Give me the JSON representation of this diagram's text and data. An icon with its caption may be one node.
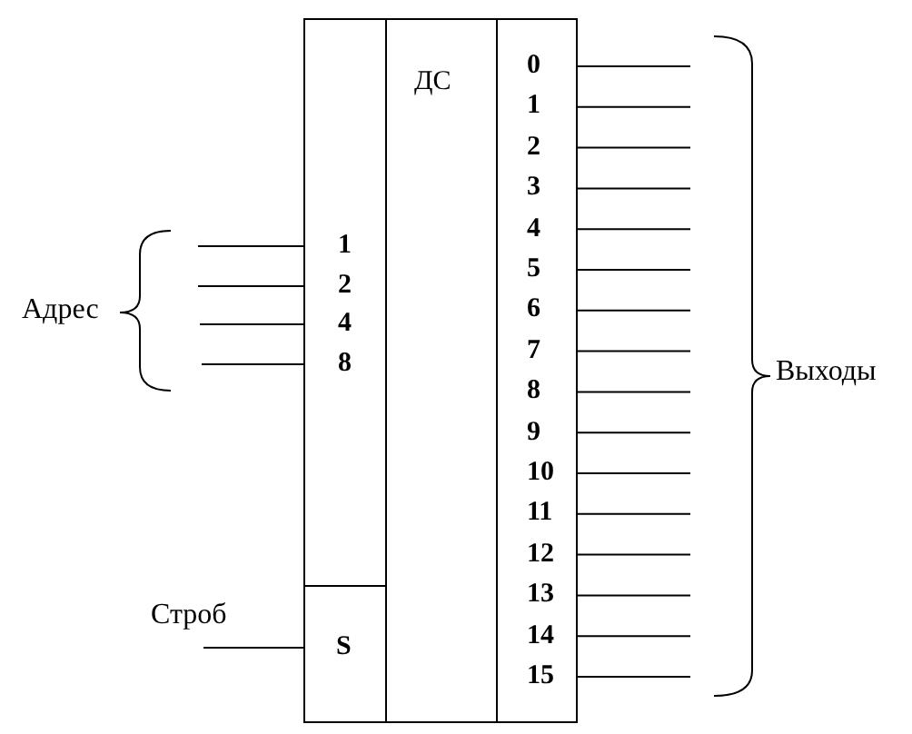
{
  "diagram": {
    "nodes": [
      {
        "text": [
          "1",
          "2",
          "4",
          "8"
        ]
      },
      {
        "text": [
          "S"
        ]
      },
      {
        "text": [
          "ДС"
        ]
      },
      {
        "text": [
          "0",
          "1",
          "2",
          "3",
          "4",
          "5",
          "6",
          "7",
          "8",
          "9",
          "10",
          "11",
          "12",
          "13",
          "14",
          "15"
        ]
      }
    ],
    "edges": [
      {
        "from": null,
        "to": 0,
        "arrow": "none"
      },
      {
        "from": null,
        "to": 0,
        "arrow": "none"
      },
      {
        "from": null,
        "to": 0,
        "arrow": "none"
      },
      {
        "from": null,
        "to": 0,
        "arrow": "none"
      },
      {
        "from": null,
        "to": 1,
        "arrow": "none"
      },
      {
        "from": 3,
        "to": null,
        "arrow": "none"
      },
      {
        "from": 3,
        "to": null,
        "arrow": "none"
      },
      {
        "from": 3,
        "to": null,
        "arrow": "none"
      },
      {
        "from": 3,
        "to": null,
        "arrow": "none"
      },
      {
        "from": 3,
        "to": null,
        "arrow": "none"
      },
      {
        "from": 3,
        "to": null,
        "arrow": "none"
      },
      {
        "from": 3,
        "to": null,
        "arrow": "none"
      },
      {
        "from": 3,
        "to": null,
        "arrow": "none"
      },
      {
        "from": 3,
        "to": null,
        "arrow": "none"
      },
      {
        "from": 3,
        "to": null,
        "arrow": "none"
      },
      {
        "from": 3,
        "to": null,
        "arrow": "none"
      },
      {
        "from": 3,
        "to": null,
        "arrow": "none"
      },
      {
        "from": 3,
        "to": null,
        "arrow": "none"
      },
      {
        "from": 3,
        "to": null,
        "arrow": "none"
      },
      {
        "from": 3,
        "to": null,
        "arrow": "none"
      },
      {
        "from": 3,
        "to": null,
        "arrow": "none"
      }
    ],
    "labels": [
      "Адрес",
      "Строб",
      "Выходы"
    ]
  }
}
